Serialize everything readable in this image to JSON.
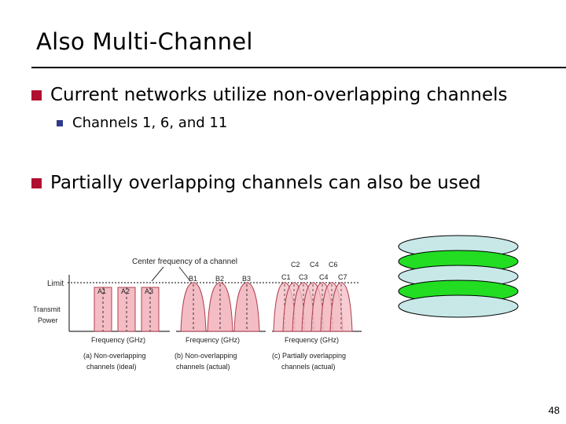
{
  "slide": {
    "title": "Also Multi-Channel",
    "page_number": "48"
  },
  "bullets": [
    {
      "text": "Current networks utilize non-overlapping channels"
    },
    {
      "text": "Partially overlapping channels can also be used"
    }
  ],
  "sub_bullets": [
    {
      "text": "Channels 1, 6, and 11"
    }
  ],
  "figure": {
    "callout": "Center frequency of a channel",
    "limit_label": "Limit",
    "power_label_1": "Transmit",
    "power_label_2": "Power",
    "panel_a": {
      "channels": [
        "A1",
        "A2",
        "A3"
      ],
      "axis": "Frequency (GHz)",
      "caption_1": "(a) Non-overlapping",
      "caption_2": "channels (ideal)"
    },
    "panel_b": {
      "channels": [
        "B1",
        "B2",
        "B3"
      ],
      "axis": "Frequency (GHz)",
      "caption_1": "(b) Non-overlapping",
      "caption_2": "channels (actual)"
    },
    "panel_c": {
      "channels_top": [
        "C2",
        "C4",
        "C6"
      ],
      "channels_bottom": [
        "C1",
        "C3",
        "C4",
        "C7"
      ],
      "axis": "Frequency (GHz)",
      "caption_1": "(c) Partially overlapping",
      "caption_2": "channels (actual)"
    },
    "colors": {
      "band_fill": "#f4bcc4",
      "band_stroke": "#b0404e"
    }
  },
  "channel_stack": {
    "colors": [
      "#c8e8e8",
      "#22dd22",
      "#c8e8e8",
      "#22dd22",
      "#c8e8e8"
    ],
    "outline": "#000000"
  }
}
